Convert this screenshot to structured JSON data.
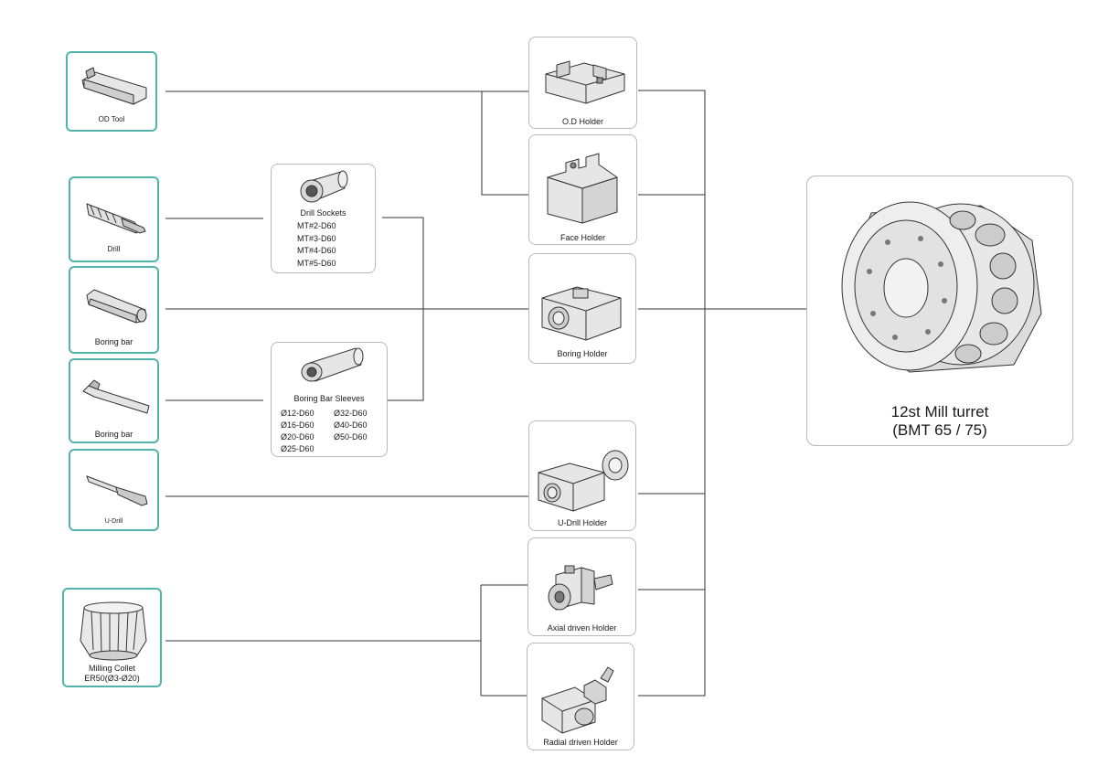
{
  "tools": {
    "od_tool": "OD Tool",
    "drill": "Drill",
    "boring_bar_1": "Boring bar",
    "boring_bar_2": "Boring bar",
    "u_drill": "U-Drill",
    "milling_collet": [
      "Milling Collet",
      "ER50(Ø3-Ø20)"
    ]
  },
  "adapters": {
    "drill_sockets": {
      "title": "Drill Sockets",
      "items": [
        "MT#2-D60",
        "MT#3-D60",
        "MT#4-D60",
        "MT#5-D60"
      ]
    },
    "boring_bar_sleeves": {
      "title": "Boring Bar Sleeves",
      "items": [
        "Ø12-D60",
        "Ø32-D60",
        "Ø16-D60",
        "Ø40-D60",
        "Ø20-D60",
        "Ø50-D60",
        "Ø25-D60"
      ]
    }
  },
  "holders": {
    "od_holder": "O.D Holder",
    "face_holder": "Face Holder",
    "boring_holder": "Boring Holder",
    "u_drill_holder": "U-Drill Holder",
    "axial_driven_holder": "Axial driven Holder",
    "radial_driven_holder": "Radial driven Holder"
  },
  "turret": {
    "title": "12st Mill turret",
    "subtitle": "(BMT 65 / 75)"
  },
  "colors": {
    "teal_border": "#4fb5ab",
    "grey_border": "#b9b9b9",
    "line": "#333333"
  }
}
